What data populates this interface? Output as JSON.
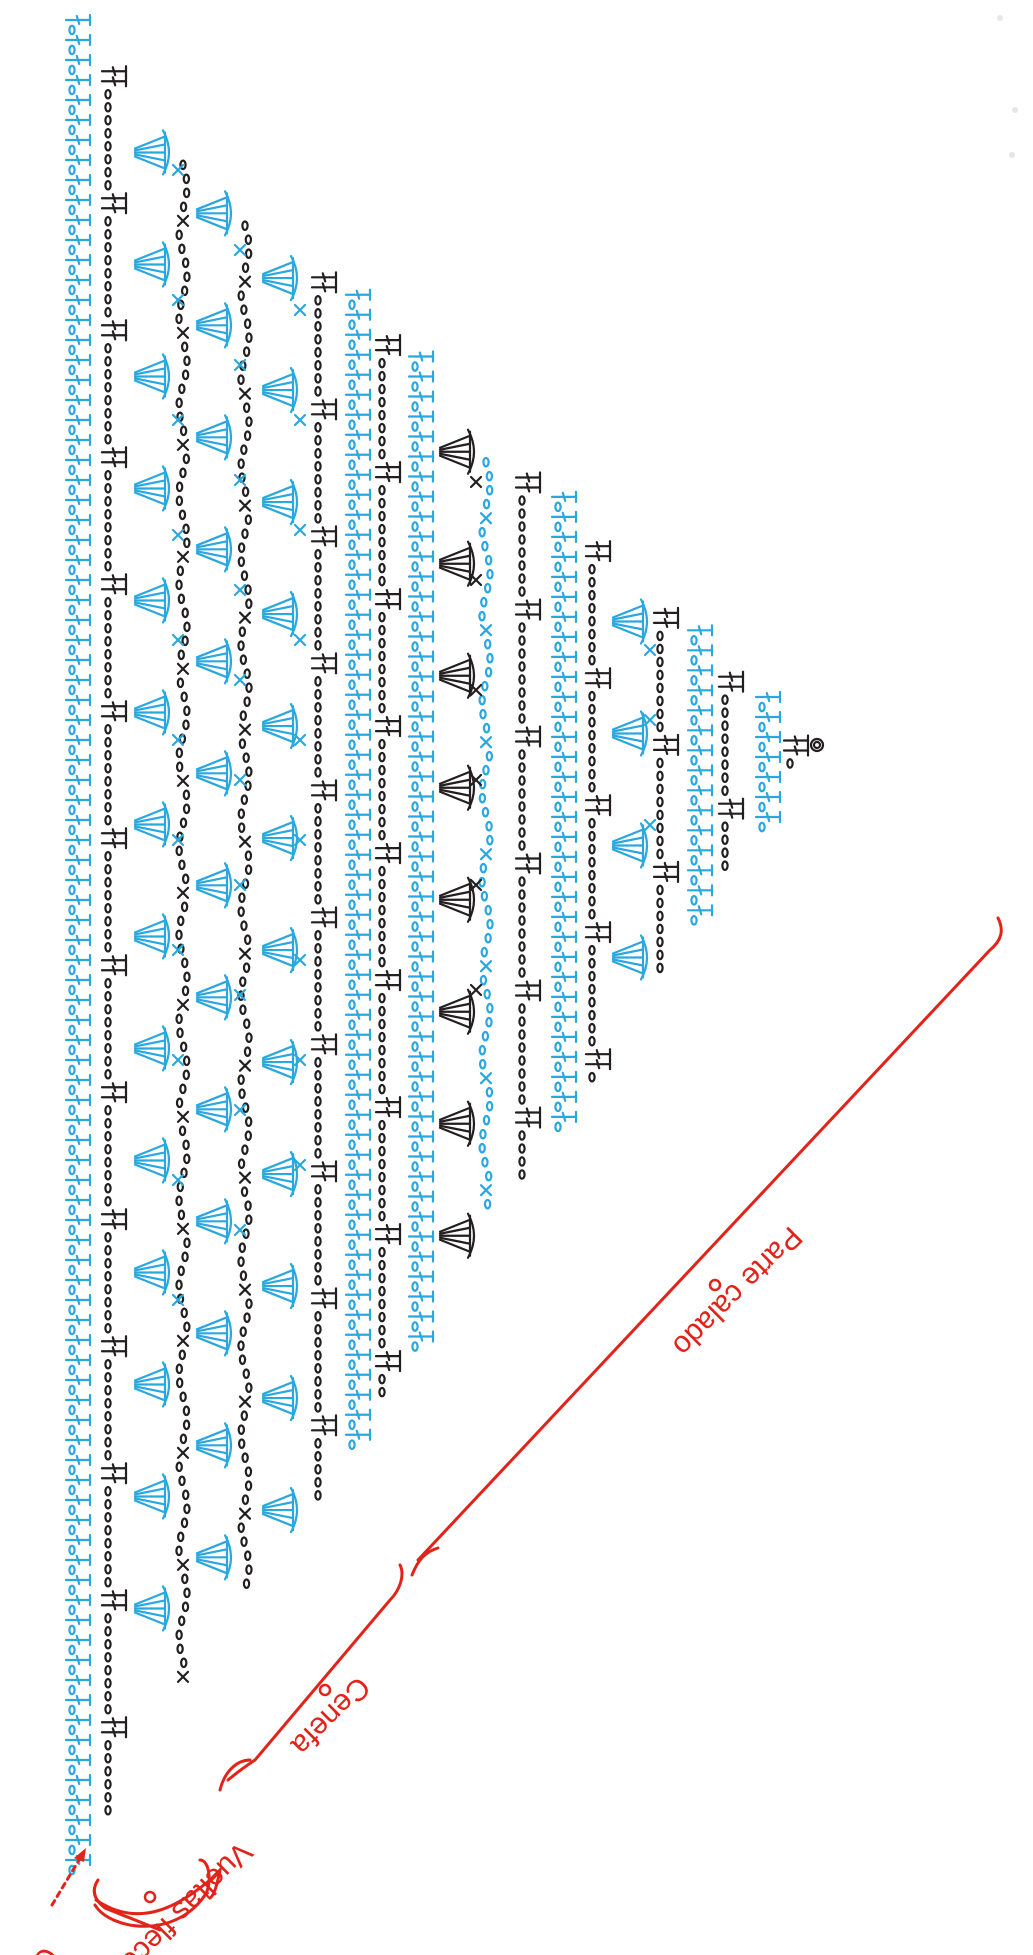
{
  "colors": {
    "black": "#231f20",
    "blue": "#2aa7df",
    "red": "#e2231a",
    "background": "#ffffff"
  },
  "labels": {
    "centro": "Centro",
    "vueltas_flecos": "Vueltas flecos",
    "cenefa": "Cenefa",
    "parte_calado": "Parte calado"
  },
  "legend_icons": {
    "chain": "chain-stitch-icon",
    "treble": "treble-crochet-icon",
    "single": "single-crochet-icon",
    "magic_ring": "magic-ring-icon"
  }
}
